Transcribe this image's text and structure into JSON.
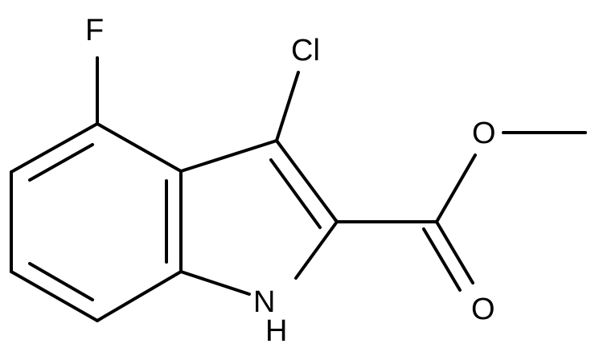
{
  "molecule": {
    "atom_labels": {
      "fluorine": "F",
      "chlorine": "Cl",
      "carbonyl_oxygen": "O",
      "ester_oxygen": "O",
      "ring_nitrogen": "N",
      "ring_nitrogen_hydrogen": "H"
    },
    "colors": {
      "bond": "#000000",
      "label": "#000000",
      "background": "#ffffff"
    }
  }
}
